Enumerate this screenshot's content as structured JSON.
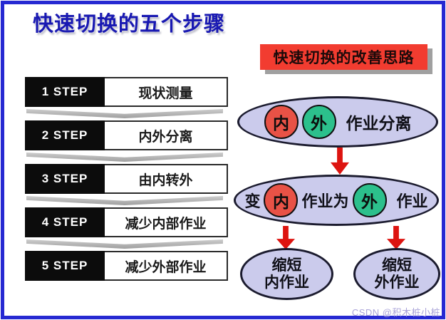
{
  "title": "快速切换的五个步骤",
  "steps": [
    {
      "label": "1 STEP",
      "text": "现状测量"
    },
    {
      "label": "2 STEP",
      "text": "内外分离"
    },
    {
      "label": "3 STEP",
      "text": "由内转外"
    },
    {
      "label": "4 STEP",
      "text": "减少内部作业"
    },
    {
      "label": "5 STEP",
      "text": "减少外部作业"
    }
  ],
  "improvement": {
    "header": "快速切换的改善思路",
    "separation": {
      "internal": "内",
      "external": "外",
      "label": "作业分离"
    },
    "conversion": {
      "prefix": "变",
      "internal": "内",
      "middle": "作业为",
      "external": "外",
      "suffix": "作业"
    },
    "shorten_internal": {
      "line1": "缩短",
      "line2": "内作业"
    },
    "shorten_external": {
      "line1": "缩短",
      "line2": "外作业"
    }
  },
  "watermark": "CSDN @积木桩小桩",
  "colors": {
    "frame_blue": "#2629d2",
    "title_blue": "#1818b2",
    "step_box_black": "#0c0c0c",
    "header_red": "#f23c30",
    "ellipse_lavender": "#cbcbec",
    "circle_red": "#e85246",
    "circle_green": "#2cc08c",
    "arrow_red": "#dd1410",
    "chevron_gray": "#a8a8a8"
  }
}
